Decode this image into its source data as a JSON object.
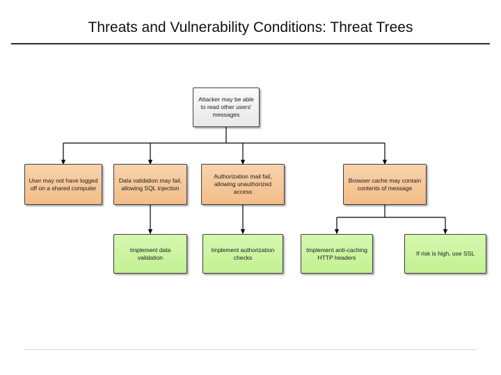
{
  "slide": {
    "title": "Threats and Vulnerability Conditions: Threat Trees"
  },
  "diagram": {
    "type": "threat-tree",
    "colors": {
      "threat_fill": "#f3bd88",
      "mitigation_fill": "#c9f399",
      "root_fill": "#f0f0f0",
      "border": "#3c3c3c",
      "connector": "#000000"
    },
    "nodes": [
      {
        "id": "root",
        "kind": "root",
        "label": "Attacker may be able to read other users' messages"
      },
      {
        "id": "t1",
        "kind": "threat",
        "label": "User may not have logged off on a shared computer"
      },
      {
        "id": "t2",
        "kind": "threat",
        "label": "Data validation may fail, allowing SQL injection"
      },
      {
        "id": "t3",
        "kind": "threat",
        "label": "Authorization mail fail, allowing unauthorized access"
      },
      {
        "id": "t4",
        "kind": "threat",
        "label": "Browser cache may contain contents of message"
      },
      {
        "id": "m1",
        "kind": "mitigation",
        "label": "Implement data validation"
      },
      {
        "id": "m2",
        "kind": "mitigation",
        "label": "Implement authorization checks"
      },
      {
        "id": "m3",
        "kind": "mitigation",
        "label": "Implement anti-caching HTTP headers"
      },
      {
        "id": "m4",
        "kind": "mitigation",
        "label": "If risk is high, use SSL"
      }
    ],
    "edges": [
      {
        "from": "root",
        "to": "t1"
      },
      {
        "from": "root",
        "to": "t2"
      },
      {
        "from": "root",
        "to": "t3"
      },
      {
        "from": "root",
        "to": "t4"
      },
      {
        "from": "t2",
        "to": "m1"
      },
      {
        "from": "t3",
        "to": "m2"
      },
      {
        "from": "t4",
        "to": "m3"
      },
      {
        "from": "t4",
        "to": "m4"
      }
    ]
  }
}
